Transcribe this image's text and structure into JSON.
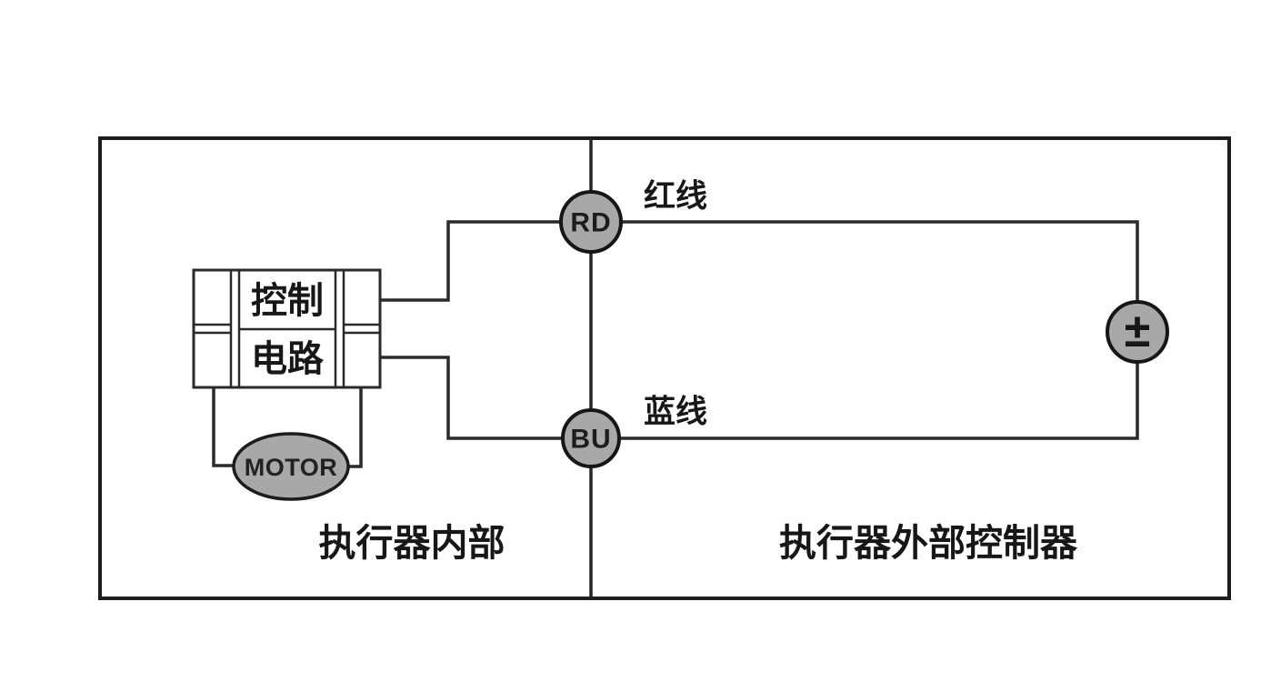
{
  "diagram": {
    "type": "actuator-wiring-diagram",
    "sections": {
      "left_label": "执行器内部",
      "right_label": "执行器外部控制器"
    },
    "control_box": {
      "line1": "控制",
      "line2": "电路"
    },
    "motor": {
      "label": "MOTOR"
    },
    "terminals": {
      "red": {
        "code": "RD",
        "wire_name": "红线"
      },
      "blue": {
        "code": "BU",
        "wire_name": "蓝线"
      }
    },
    "power_source": {
      "symbol": "±"
    },
    "colors": {
      "node_fill": "#a8a8a8",
      "line": "#222222",
      "background": "#ffffff"
    }
  }
}
